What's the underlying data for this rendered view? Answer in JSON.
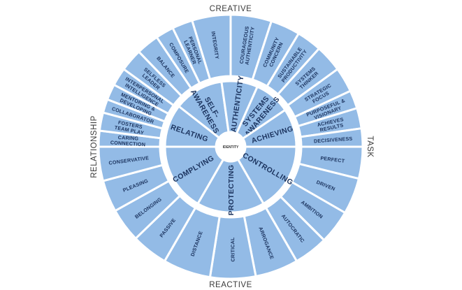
{
  "axes": {
    "top": "CREATIVE",
    "right": "TASK",
    "bottom": "REACTIVE",
    "left": "RELATIONSHIP"
  },
  "center": "IDENTITY",
  "inner_ring": [
    [
      "RELATING"
    ],
    [
      "SELF-",
      "AWARENESS"
    ],
    [
      "AUTHENTICITY"
    ],
    [
      "SYSTEMS",
      "AWARENESS"
    ],
    [
      "ACHIEVING"
    ],
    [
      "CONTROLLING"
    ],
    [
      "PROTECTING"
    ],
    [
      "COMPLYING"
    ]
  ],
  "outer_ring": [
    [
      "INTEGRITY"
    ],
    [
      "COURAGEOUS",
      "AUTHENTICITY"
    ],
    [
      "COMMUNITY",
      "CONCERN"
    ],
    [
      "SUSTAINABLE",
      "PRODUCTIVITY"
    ],
    [
      "SYSTEMS",
      "THINKER"
    ],
    [
      "STRATEGIC",
      "FOCUS"
    ],
    [
      "PURPOSEFUL &",
      "VISIONARY"
    ],
    [
      "ACHIEVES",
      "RESULTS"
    ],
    [
      "DECISIVENESS"
    ],
    [
      "PERFECT"
    ],
    [
      "DRIVEN"
    ],
    [
      "AMBITION"
    ],
    [
      "AUTOCRATIC"
    ],
    [
      "ARROGANCE"
    ],
    [
      "CRITICAL"
    ],
    [
      "DISTANCE"
    ],
    [
      "PASSIVE"
    ],
    [
      "BELONGING"
    ],
    [
      "PLEASING"
    ],
    [
      "CONSERVATIVE"
    ],
    [
      "CARING",
      "CONNECTION"
    ],
    [
      "FOSTERS",
      "TEAM PLAY"
    ],
    [
      "COLLABORATOR"
    ],
    [
      "MENTORING &",
      "DEVELOPING"
    ],
    [
      "INTERPERSONAL",
      "INTELLIGENCE"
    ],
    [
      "SELFLESS",
      "LEADER"
    ],
    [
      "BALANCE"
    ],
    [
      "COMPOSURE"
    ],
    [
      "PERSONAL",
      "LEARNER"
    ]
  ],
  "colors": {
    "segment": "#93bbe6",
    "label": "#1d3560",
    "axis": "#3a3a3a"
  }
}
